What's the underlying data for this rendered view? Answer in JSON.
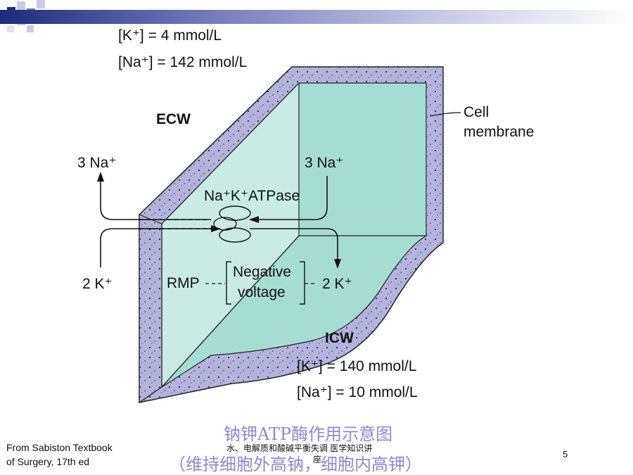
{
  "diagram": {
    "ecw": {
      "k_conc": "[K⁺] = 4 mmol/L",
      "na_conc": "[Na⁺] = 142 mmol/L",
      "label": "ECW"
    },
    "icw": {
      "label": "ICW",
      "k_conc": "[K⁺] = 140 mmol/L",
      "na_conc": "[Na⁺] = 10 mmol/L"
    },
    "cell_membrane_line1": "Cell",
    "cell_membrane_line2": "membrane",
    "na_out": "3 Na⁺",
    "na_in": "3 Na⁺",
    "k_in_left": "2 K⁺",
    "k_in_right": "2 K⁺",
    "pump": "Na⁺K⁺ATPase",
    "rmp": "RMP",
    "negative_line1": "Negative",
    "negative_line2": "voltage"
  },
  "caption": {
    "line1": "钠钾ATP酶作用示意图",
    "line2": "（维持细胞外高钠，细胞内高钾）"
  },
  "footer": {
    "source_line1": "From Sabiston Textbook",
    "source_line2": "of Surgery, 17th ed",
    "title_line1": "水、电解质和酸碱平衡失调 医学知识讲",
    "title_line2": "座",
    "page_number": "5"
  },
  "colors": {
    "membrane": "#b3b3dc",
    "interior_front": "#c8ece4",
    "interior_back": "#a6ddd2",
    "accent": "#1f2a7a",
    "caption": "#8a8cc6"
  }
}
